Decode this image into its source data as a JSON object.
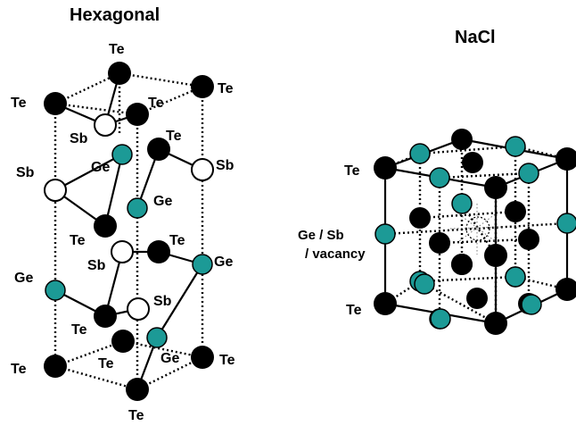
{
  "hexagonal": {
    "title": "Hexagonal",
    "labels": {
      "te_top": "Te",
      "te_upper_left": "Te",
      "te_upper_mid": "Te",
      "te_upper_right": "Te",
      "sb_upper": "Sb",
      "te_mid_upper": "Te",
      "ge_upper": "Ge",
      "sb_left": "Sb",
      "sb_right": "Sb",
      "ge_right": "Ge",
      "te_mid_left": "Te",
      "te_mid_center": "Te",
      "sb_mid": "Sb",
      "ge_mid_right": "Ge",
      "ge_lower_left": "Ge",
      "sb_lower": "Sb",
      "te_lower_left": "Te",
      "te_bottom_left": "Te",
      "te_bottom_center": "Te",
      "ge_bottom": "Ge",
      "te_bottom_right": "Te",
      "te_bottom": "Te"
    }
  },
  "nacl": {
    "title": "NaCl",
    "labels": {
      "te_top": "Te",
      "ge_sb_line1": "Ge / Sb",
      "ge_sb_line2": "/ vacancy",
      "te_bottom": "Te"
    }
  },
  "colors": {
    "te_atom": "#000000",
    "ge_atom": "#1c9a96",
    "sb_atom": "#ffffff"
  }
}
